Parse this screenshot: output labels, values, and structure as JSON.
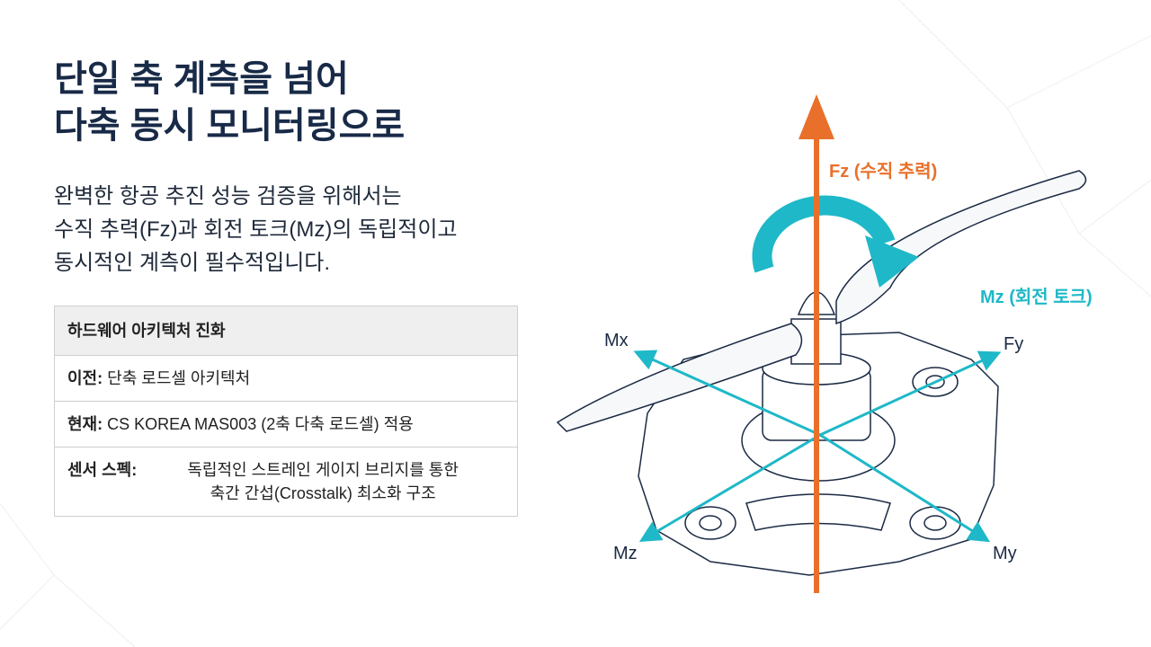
{
  "title": {
    "line1": "단일 축 계측을 넘어",
    "line2": "다축 동시 모니터링으로"
  },
  "body": {
    "line1": "완벽한 항공 추진 성능 검증을 위해서는",
    "line2": "수직 추력(Fz)과 회전 토크(Mz)의 독립적이고",
    "line3": "동시적인 계측이 필수적입니다."
  },
  "table": {
    "header": "하드웨어 아키텍처 진화",
    "rows": [
      {
        "label": "이전:",
        "value": "단축 로드셀 아키텍처"
      },
      {
        "label": "현재:",
        "value": "CS KOREA MAS003 (2축 다축 로드셀) 적용"
      },
      {
        "label": "센서 스펙:",
        "value": "독립적인 스트레인 게이지 브리지를 통한",
        "value2": "축간 간섭(Crosstalk) 최소화 구조"
      }
    ]
  },
  "diagram": {
    "fz_label": "Fz (수직 추력)",
    "mz_label": "Mz (회전 토크)",
    "axes": {
      "mx": "Mx",
      "fy": "Fy",
      "mz": "Mz",
      "my": "My"
    },
    "colors": {
      "orange": "#e8702a",
      "cyan": "#1fb8c8",
      "ink": "#1b2a44"
    }
  }
}
